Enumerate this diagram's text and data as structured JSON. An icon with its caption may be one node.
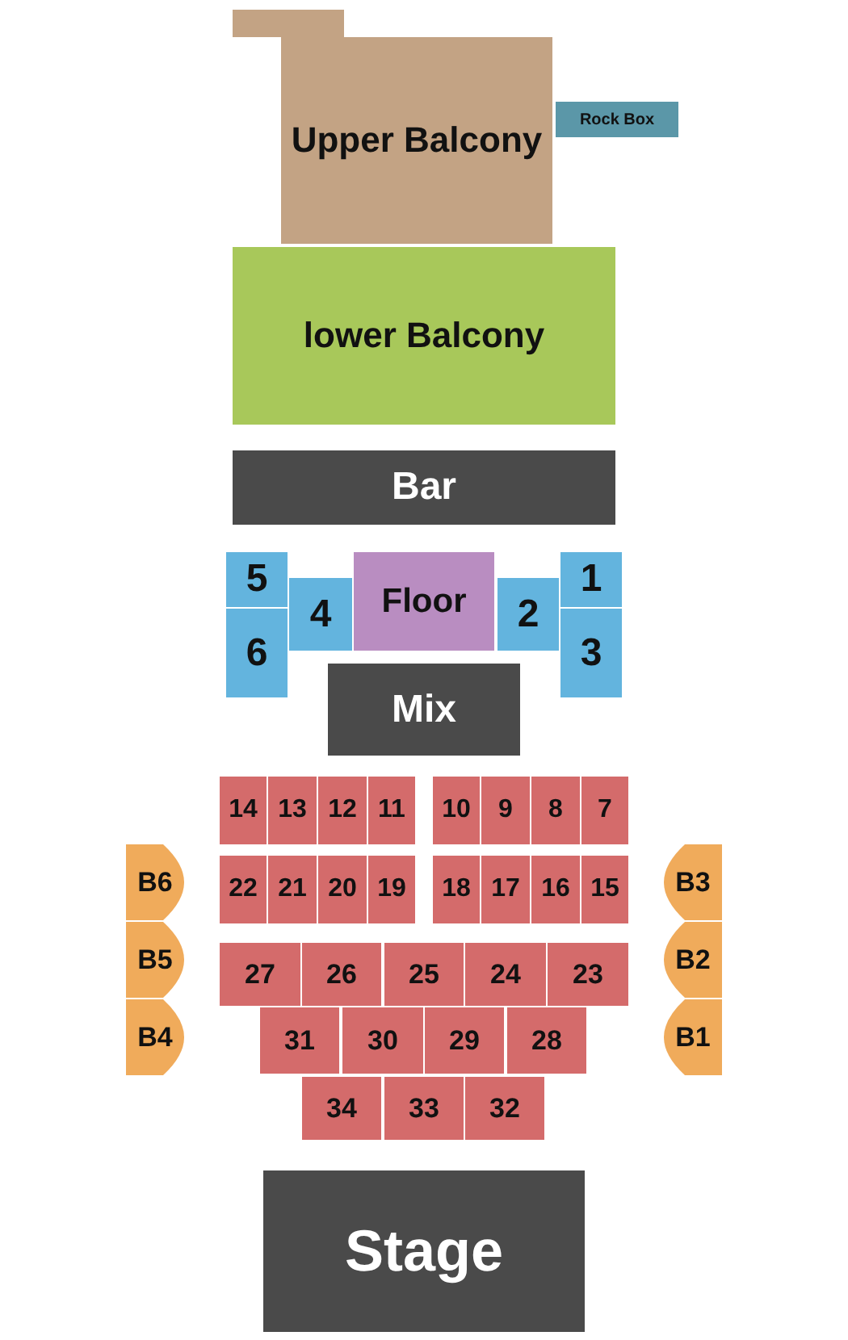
{
  "diagram": {
    "nodes": [
      {
        "text": [
          "Upper Balcony"
        ]
      },
      {
        "text": [
          "Rock Box"
        ]
      },
      {
        "text": [
          "lower Balcony"
        ]
      },
      {
        "text": [
          "Bar"
        ]
      },
      {
        "text": [
          "5"
        ]
      },
      {
        "text": [
          "1"
        ]
      },
      {
        "text": [
          "4"
        ]
      },
      {
        "text": [
          "Floor"
        ]
      },
      {
        "text": [
          "2"
        ]
      },
      {
        "text": [
          "6"
        ]
      },
      {
        "text": [
          "3"
        ]
      },
      {
        "text": [
          "Mix"
        ]
      },
      {
        "text": [
          "14"
        ]
      },
      {
        "text": [
          "13"
        ]
      },
      {
        "text": [
          "12"
        ]
      },
      {
        "text": [
          "11"
        ]
      },
      {
        "text": [
          "10"
        ]
      },
      {
        "text": [
          "9"
        ]
      },
      {
        "text": [
          "8"
        ]
      },
      {
        "text": [
          "7"
        ]
      },
      {
        "text": [
          "B6"
        ]
      },
      {
        "text": [
          "22"
        ]
      },
      {
        "text": [
          "21"
        ]
      },
      {
        "text": [
          "20"
        ]
      },
      {
        "text": [
          "19"
        ]
      },
      {
        "text": [
          "18"
        ]
      },
      {
        "text": [
          "17"
        ]
      },
      {
        "text": [
          "16"
        ]
      },
      {
        "text": [
          "15"
        ]
      },
      {
        "text": [
          "B3"
        ]
      },
      {
        "text": [
          "B5"
        ]
      },
      {
        "text": [
          "27"
        ]
      },
      {
        "text": [
          "26"
        ]
      },
      {
        "text": [
          "25"
        ]
      },
      {
        "text": [
          "24"
        ]
      },
      {
        "text": [
          "23"
        ]
      },
      {
        "text": [
          "B2"
        ]
      },
      {
        "text": [
          "B4"
        ]
      },
      {
        "text": [
          "31"
        ]
      },
      {
        "text": [
          "30"
        ]
      },
      {
        "text": [
          "29"
        ]
      },
      {
        "text": [
          "28"
        ]
      },
      {
        "text": [
          "B1"
        ]
      },
      {
        "text": [
          "34"
        ]
      },
      {
        "text": [
          "33"
        ]
      },
      {
        "text": [
          "32"
        ]
      },
      {
        "text": [
          "Stage"
        ]
      }
    ]
  }
}
